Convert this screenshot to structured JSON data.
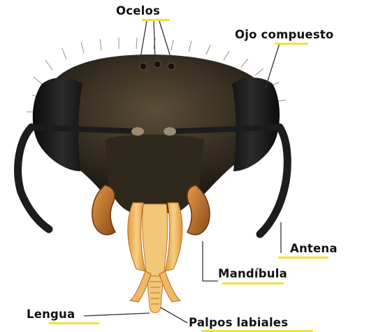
{
  "diagram": {
    "labels": {
      "ocelos": "Ocelos",
      "ojo_compuesto": "Ojo compuesto",
      "antena": "Antena",
      "mandibula": "Mandíbula",
      "lengua": "Lengua",
      "palpos_labiales": "Palpos labiales"
    },
    "colors": {
      "underline": "#f2e23a",
      "head_dark": "#2a241c",
      "head_mid": "#4a3f2c",
      "eye": "#161616",
      "antenna": "#1c1c1c",
      "mandible": "#c8742a",
      "proboscis": "#f0b35a",
      "leader_line": "#333333"
    }
  }
}
